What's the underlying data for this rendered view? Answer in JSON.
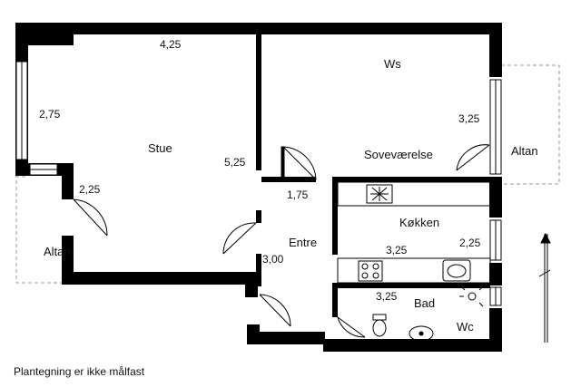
{
  "plan": {
    "rooms": {
      "stue": "Stue",
      "sovevaerelse": "Soveværelse",
      "kokken": "Køkken",
      "entre": "Entre",
      "bad": "Bad",
      "wc": "Wc",
      "ws": "Ws",
      "altan_right": "Altan",
      "altan_left": "Altan"
    },
    "dimensions": {
      "stue_top": "4,25",
      "stue_left": "2,75",
      "stue_right": "5,25",
      "stue_lower_left": "2,25",
      "entre_top": "1,75",
      "entre_bottom": "3,00",
      "kokken_width": "3,25",
      "kokken_depth": "2,25",
      "bad_width": "3,25",
      "sove_depth": "3,25"
    }
  },
  "footer": {
    "note": "Plantegning er ikke målfast"
  }
}
